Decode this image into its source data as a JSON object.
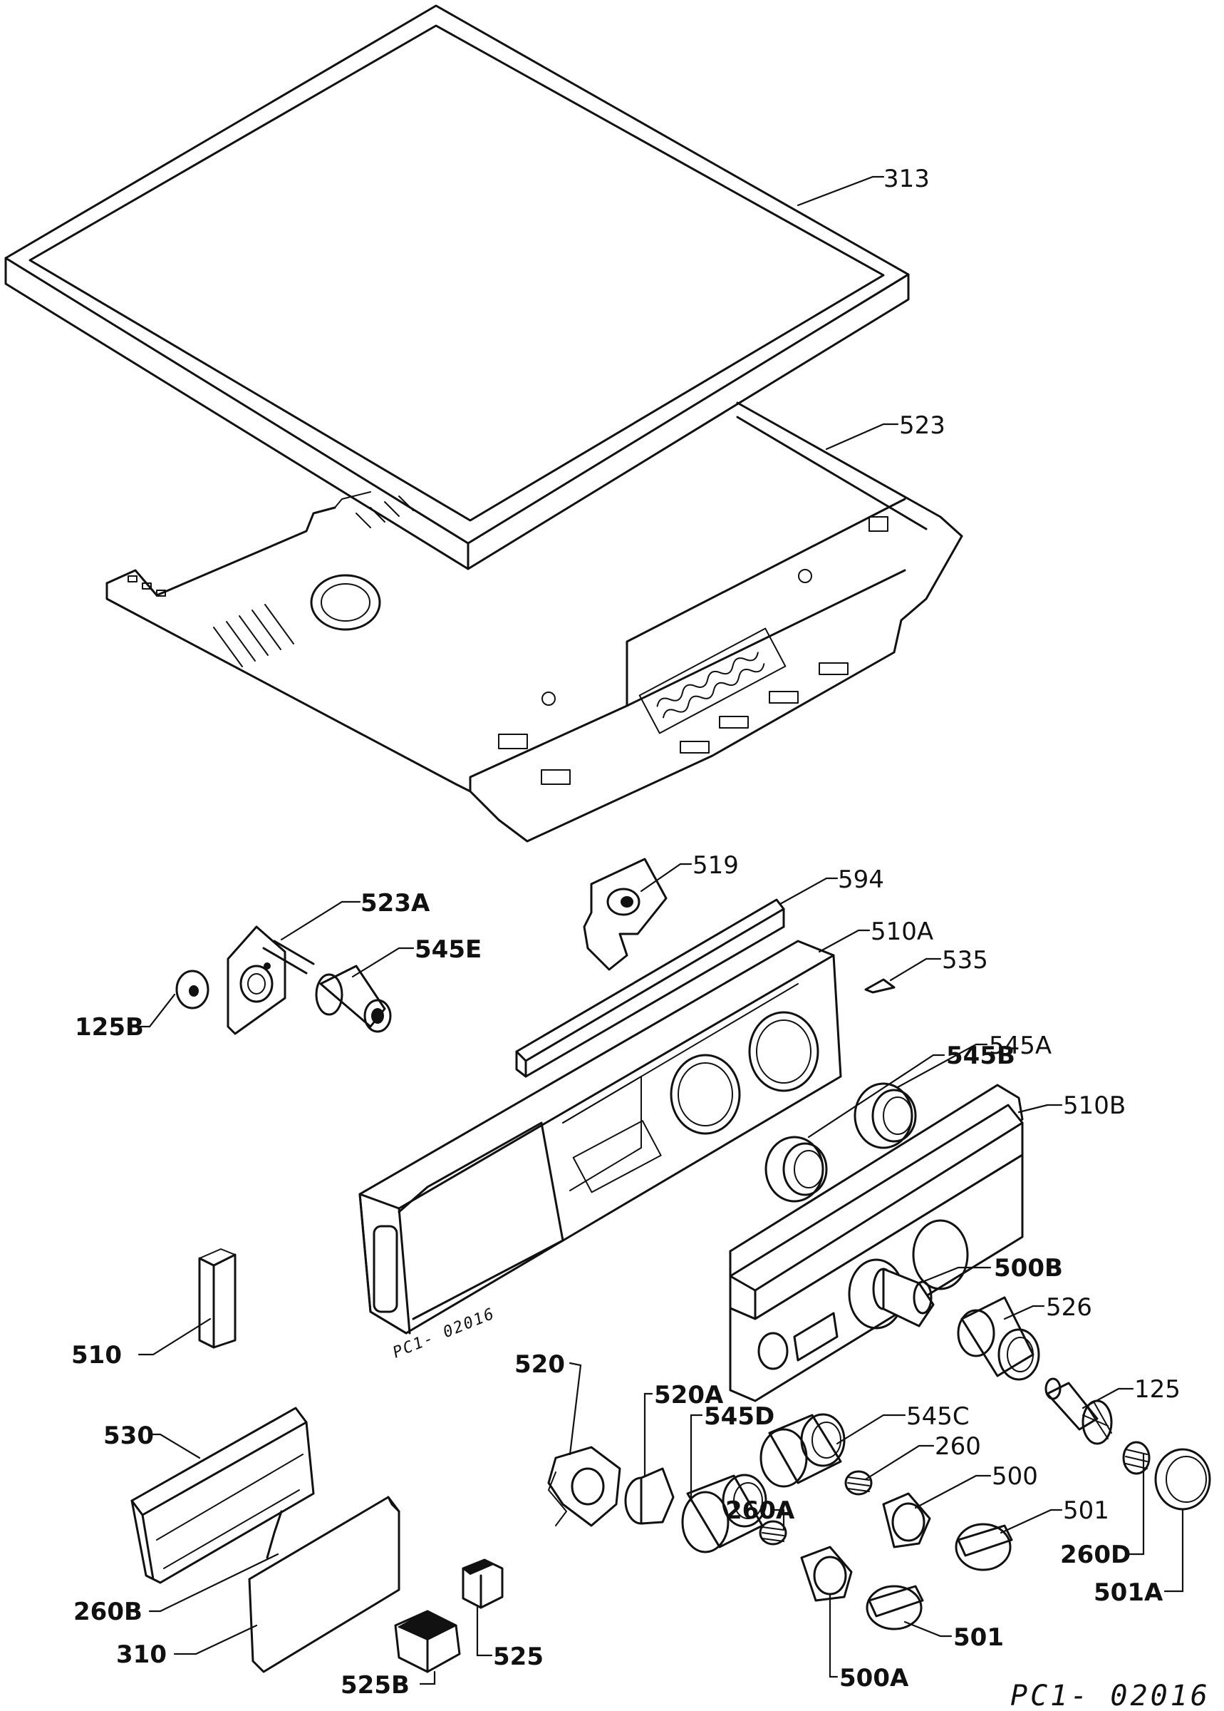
{
  "labels": {
    "p313": "313",
    "p523": "523",
    "p519": "519",
    "p594": "594",
    "p523a": "523A",
    "p545e": "545E",
    "p510a": "510A",
    "p535": "535",
    "p125b": "125B",
    "p545b": "545B",
    "p545a": "545A",
    "p510b": "510B",
    "p500b": "500B",
    "p526": "526",
    "p510": "510",
    "p520": "520",
    "p520a": "520A",
    "p545d": "545D",
    "p545c": "545C",
    "p125": "125",
    "p260": "260",
    "p500": "500",
    "p530": "530",
    "p260a": "260A",
    "p501": "501",
    "p260d": "260D",
    "p501a": "501A",
    "p260b": "260B",
    "p310": "310",
    "p501_2": "501",
    "p525": "525",
    "p525b": "525B",
    "p500a": "500A"
  },
  "codes": {
    "panel_code": "PC1- 02016",
    "drawing_code": "PC1- 02016"
  }
}
